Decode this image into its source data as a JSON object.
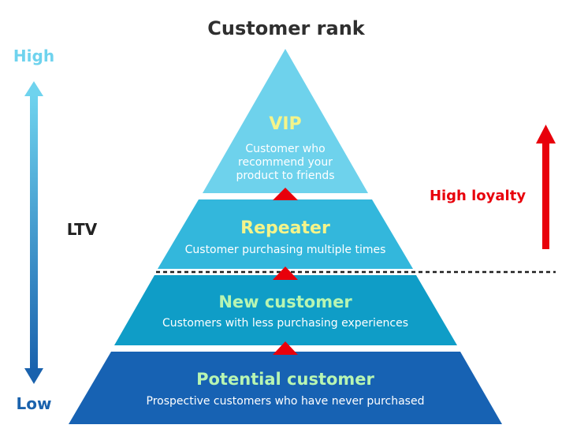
{
  "title": "Customer rank",
  "ltv_axis": {
    "label": "LTV",
    "high_label": "High",
    "low_label": "Low",
    "high_color": "#6fd3ee",
    "low_color": "#1a62ad"
  },
  "loyalty": {
    "label": "High loyalty",
    "color": "#e8000b"
  },
  "tiers": [
    {
      "name": "VIP",
      "description_lines": [
        "Customer who",
        "recommend your",
        "product to friends"
      ],
      "color": "#6ed2ec",
      "name_color": "#f4f48a"
    },
    {
      "name": "Repeater",
      "description_lines": [
        "Customer  purchasing multiple times"
      ],
      "color": "#33b7dc",
      "name_color": "#f4f48a"
    },
    {
      "name": "New customer",
      "description_lines": [
        "Customers with less purchasing experiences"
      ],
      "color": "#0f9dc7",
      "name_color": "#b8f5b2"
    },
    {
      "name": "Potential customer",
      "description_lines": [
        "Prospective customers who have never purchased"
      ],
      "color": "#1762b3",
      "name_color": "#b8f5b2"
    }
  ],
  "connector_color": "#e8000b"
}
